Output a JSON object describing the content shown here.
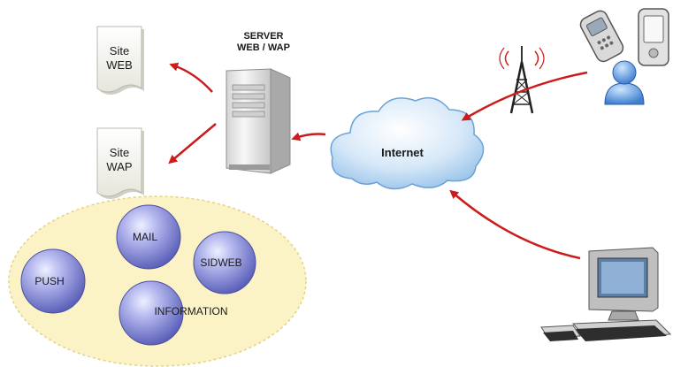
{
  "server": {
    "title_line1": "SERVER",
    "title_line2": "WEB / WAP"
  },
  "site_web": {
    "line1": "Site",
    "line2": "WEB"
  },
  "site_wap": {
    "line1": "Site",
    "line2": "WAP"
  },
  "cloud": {
    "label": "Internet"
  },
  "services": {
    "mail": "MAIL",
    "push": "PUSH",
    "sidweb": "SIDWEB",
    "information": "INFORMATION"
  },
  "colors": {
    "arrow": "#cc1b1b",
    "ellipse_fill": "#fbf3c6",
    "ellipse_stroke": "#e7d98f",
    "sphere": "#8a8fd6",
    "cloud": "#9ec8ee",
    "server": "#e8e8e8",
    "page": "#f3f3ee"
  },
  "icons": [
    "server-tower-icon",
    "document-icon",
    "cloud-icon",
    "radio-tower-icon",
    "cell-phone-icon",
    "pda-icon",
    "user-icon",
    "desktop-computer-icon"
  ]
}
